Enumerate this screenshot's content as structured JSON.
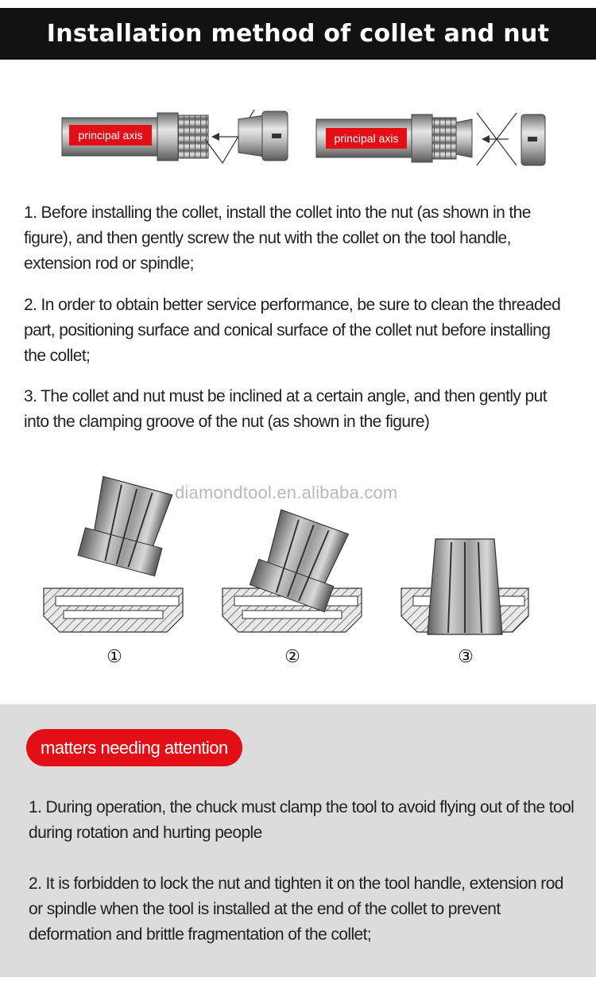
{
  "header": {
    "title": "Installation method of collet and nut"
  },
  "top_diagram": {
    "label_left": "principal axis",
    "label_right": "principal axis"
  },
  "steps_text": [
    "1. Before installing the collet, install the collet into the nut (as shown in the figure), and then gently screw the nut with the collet on the tool handle, extension rod or spindle;",
    "2. In order to obtain better service performance, be sure to clean the threaded part, positioning surface and conical surface of the collet nut before installing the collet;",
    "3. The collet and nut must be inclined at a certain angle, and then gently put into the clamping groove of the nut (as shown in the figure)"
  ],
  "watermark": "diamondtool.en.alibaba.com",
  "step_labels": [
    "①",
    "②",
    "③"
  ],
  "attention": {
    "title": "matters needing attention",
    "notes": [
      "1. During operation, the chuck must clamp the tool to avoid flying out of the tool during rotation and hurting people",
      "2. It is forbidden to lock the nut and tighten it on the tool handle, extension rod or spindle when the tool is installed at the end of the collet to prevent deformation and brittle fragmentation of the collet;"
    ]
  },
  "colors": {
    "header_bg": "#121212",
    "accent_red": "#e30f17",
    "section_gray": "#dcdcdc"
  }
}
